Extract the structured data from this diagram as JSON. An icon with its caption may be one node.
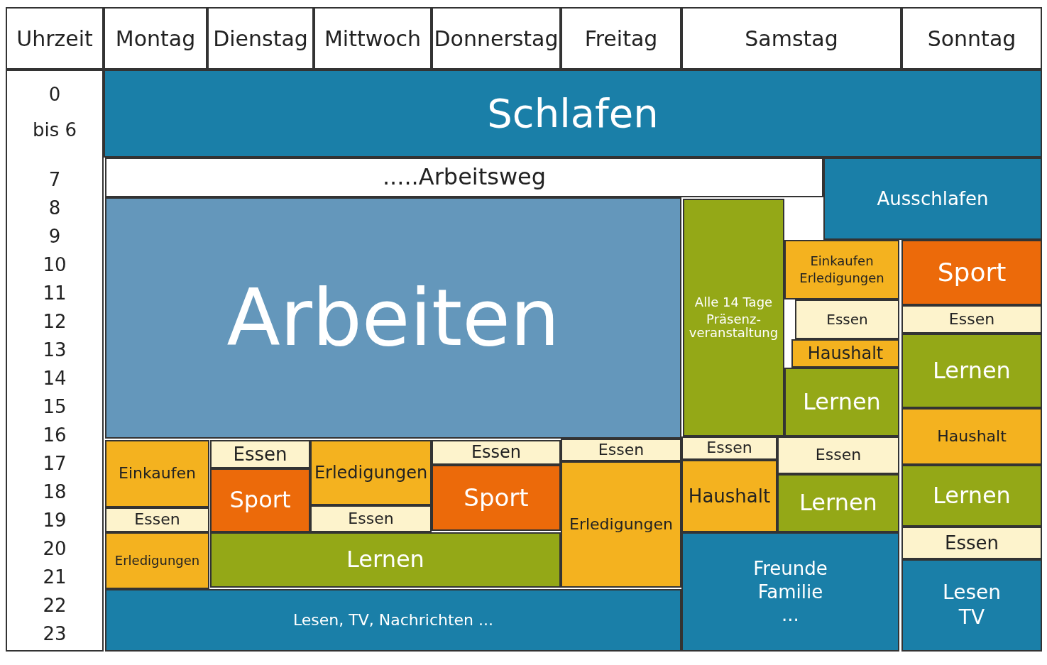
{
  "diagram": {
    "nodes": [
      {
        "text": [
          "Schlafen"
        ]
      },
      {
        "text": [
          "Ausschlafen"
        ]
      },
      {
        "text": [
          ".....Arbeitsweg"
        ]
      },
      {
        "text": [
          "Arbeiten"
        ]
      },
      {
        "text": [
          "Alle 14 Tage",
          "Präsenz- veranstaltung"
        ]
      },
      {
        "text": [
          "Einkaufen",
          "Erledigungen"
        ]
      },
      {
        "text": [
          "Sport"
        ]
      },
      {
        "text": [
          "Essen"
        ]
      },
      {
        "text": [
          "Essen"
        ]
      },
      {
        "text": [
          "Haushalt"
        ]
      },
      {
        "text": [
          "Lernen"
        ]
      },
      {
        "text": [
          "Lernen"
        ]
      },
      {
        "text": [
          "Haushalt"
        ]
      },
      {
        "text": [
          "Einkaufen"
        ]
      },
      {
        "text": [
          "Essen"
        ]
      },
      {
        "text": [
          "Erledigungen"
        ]
      },
      {
        "text": [
          "Essen"
        ]
      },
      {
        "text": [
          "Essen"
        ]
      },
      {
        "text": [
          "Essen"
        ]
      },
      {
        "text": [
          "Essen"
        ]
      },
      {
        "text": [
          "Sport"
        ]
      },
      {
        "text": [
          "Sport"
        ]
      },
      {
        "text": [
          "Erledigungen"
        ]
      },
      {
        "text": [
          "Haushalt"
        ]
      },
      {
        "text": [
          "Lernen"
        ]
      },
      {
        "text": [
          "Lernen"
        ]
      },
      {
        "text": [
          "Essen"
        ]
      },
      {
        "text": [
          "Essen"
        ]
      },
      {
        "text": [
          "Essen"
        ]
      },
      {
        "text": [
          "Erledigungen"
        ]
      },
      {
        "text": [
          "Lernen"
        ]
      },
      {
        "text": [
          "Freunde",
          "Familie",
          "..."
        ]
      },
      {
        "text": [
          "Lesen",
          "TV"
        ]
      },
      {
        "text": [
          "Lesen, TV, Nachrichten ..."
        ]
      }
    ],
    "labels": [
      "Uhrzeit",
      "Montag",
      "Dienstag",
      "Mittwoch",
      "Donnerstag",
      "Freitag",
      "Samstag",
      "Sonntag",
      "0",
      "bis 6",
      "7",
      "8",
      "9",
      "10",
      "11",
      "12",
      "13",
      "14",
      "15",
      "16",
      "17",
      "18",
      "19",
      "20",
      "21",
      "22",
      "23"
    ]
  }
}
